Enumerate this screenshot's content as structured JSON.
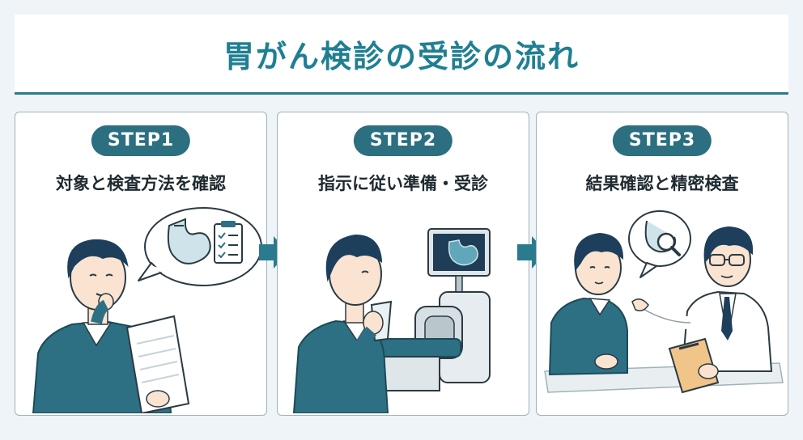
{
  "title": "胃がん検診の受診の流れ",
  "steps": [
    {
      "label": "STEP1",
      "text": "対象と検査方法を確認"
    },
    {
      "label": "STEP2",
      "text": "指示に従い準備・受診"
    },
    {
      "label": "STEP3",
      "text": "結果確認と精密検査"
    }
  ],
  "colors": {
    "accent": "#1f7f92",
    "pill": "#2b6f80",
    "sweater": "#2d7083",
    "hair": "#1d3f5c",
    "skin": "#fbe3d2",
    "background": "#eef4f7"
  },
  "icons": [
    "stomach-icon",
    "checklist-icon",
    "magnifier-icon",
    "arrow-right-icon"
  ]
}
